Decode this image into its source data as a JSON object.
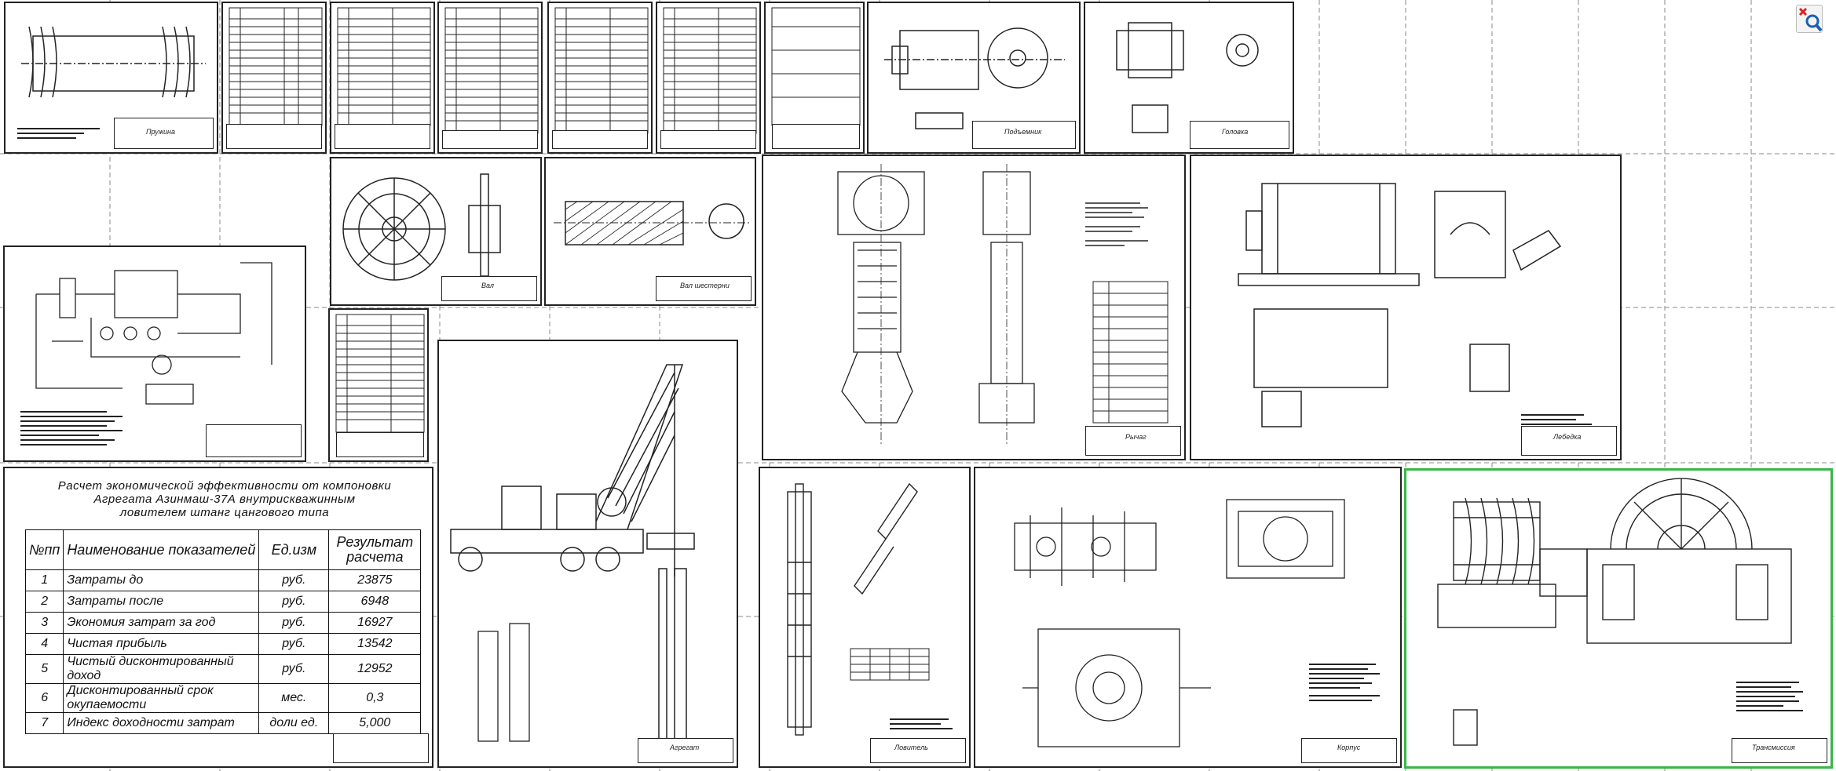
{
  "viewer": {
    "zoom_tool_icon": "zoom-magnifier-icon",
    "colors": {
      "selection": "#3bb54a",
      "line": "#222222",
      "page_grid": "#888888"
    }
  },
  "economics_sheet": {
    "title_lines": [
      "Расчет экономической эффективности от компоновки",
      "Агрегата Азинмаш-37А внутрискважинным",
      "ловителем штанг цангового типа"
    ],
    "headers": [
      "№пп",
      "Наименование показателей",
      "Ед.изм",
      "Результат расчета"
    ],
    "rows": [
      {
        "n": "1",
        "name": "Затраты до",
        "unit": "руб.",
        "value": "23875"
      },
      {
        "n": "2",
        "name": "Затраты после",
        "unit": "руб.",
        "value": "6948"
      },
      {
        "n": "3",
        "name": "Экономия затрат за год",
        "unit": "руб.",
        "value": "16927"
      },
      {
        "n": "4",
        "name": "Чистая прибыль",
        "unit": "руб.",
        "value": "13542"
      },
      {
        "n": "5",
        "name": "Чистый дисконтированный доход",
        "unit": "руб.",
        "value": "12952"
      },
      {
        "n": "6",
        "name": "Дисконтированный срок окупаемости",
        "unit": "мес.",
        "value": "0,3"
      },
      {
        "n": "7",
        "name": "Индекс доходности затрат",
        "unit": "доли ед.",
        "value": "5,000"
      }
    ]
  },
  "sheet_labels": {
    "spring": "Пружина",
    "body": "Корпус",
    "shaft": "Вал",
    "drum_shaft": "Вал шестерни",
    "head": "Головка",
    "lift": "Подъемник",
    "lever": "Рычаг",
    "unit": "Агрегат",
    "winch": "Лебедка",
    "catcher": "Ловитель",
    "transmission": "Трансмиссия"
  }
}
